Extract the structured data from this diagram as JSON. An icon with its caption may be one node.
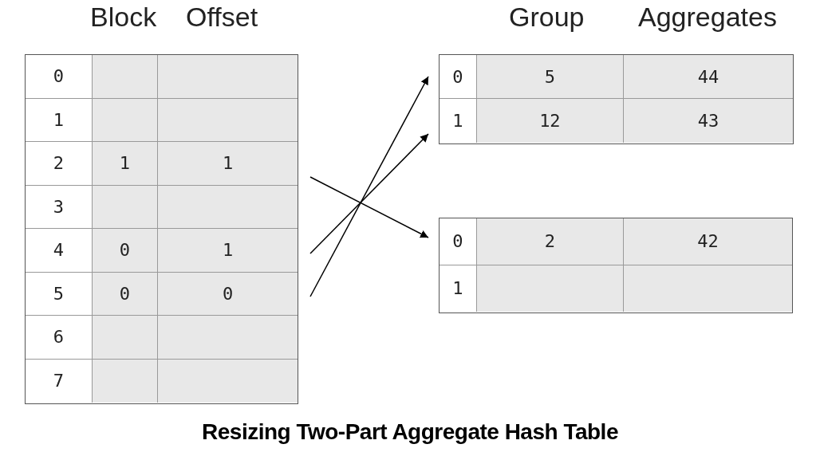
{
  "diagram": {
    "caption": "Resizing Two-Part Aggregate Hash Table",
    "nodes": [
      {
        "text": [],
        "shape": "box"
      },
      {
        "text": [
          "0"
        ],
        "in": 0
      },
      {
        "text": [
          "1"
        ],
        "in": 0
      },
      {
        "text": [
          "2",
          "1",
          "1"
        ],
        "in": 0
      },
      {
        "text": [
          "3"
        ],
        "in": 0
      },
      {
        "text": [
          "4",
          "0",
          "1"
        ],
        "in": 0
      },
      {
        "text": [
          "5",
          "0",
          "0"
        ],
        "in": 0
      },
      {
        "text": [
          "6"
        ],
        "in": 0
      },
      {
        "text": [
          "7"
        ],
        "in": 0
      },
      {
        "text": [],
        "shape": "box"
      },
      {
        "text": [
          "0",
          "5",
          "44"
        ],
        "in": 9
      },
      {
        "text": [
          "1",
          "12",
          "43"
        ],
        "in": 9
      },
      {
        "text": [],
        "shape": "box"
      },
      {
        "text": [
          "0",
          "2",
          "42"
        ],
        "in": 12
      },
      {
        "text": [
          "1"
        ],
        "in": 12
      }
    ],
    "edges": [
      {
        "from": 3,
        "to": 13,
        "arrow": "to"
      },
      {
        "from": 5,
        "to": 11,
        "arrow": "to"
      },
      {
        "from": 6,
        "to": 10,
        "arrow": "to"
      }
    ],
    "labels": [
      "Block",
      "Offset",
      "Group",
      "Aggregates"
    ]
  }
}
